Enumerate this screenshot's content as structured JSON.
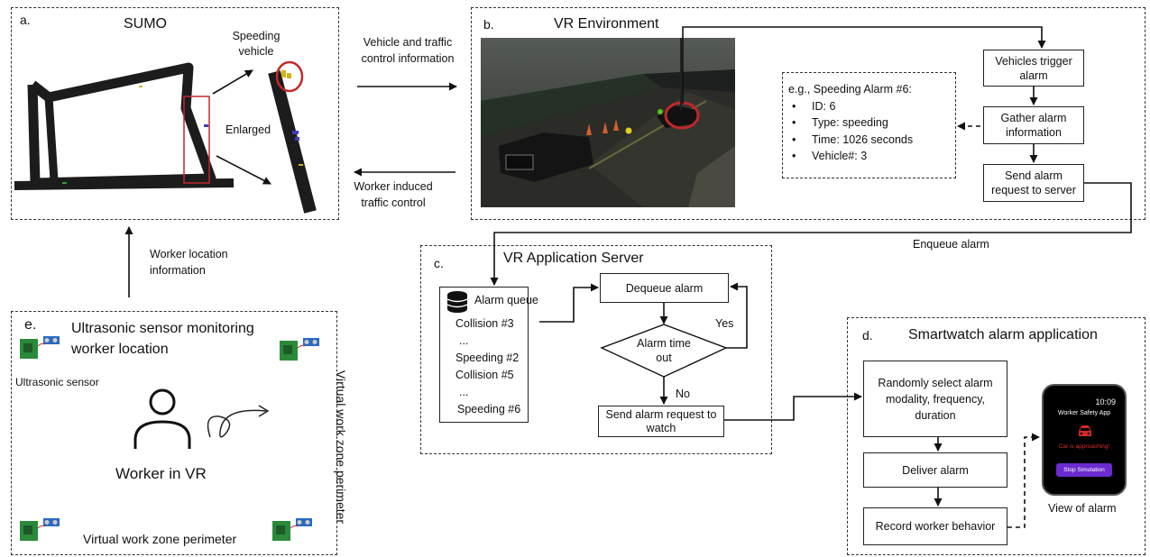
{
  "panel_a": {
    "label": "a.",
    "title": "SUMO",
    "speeding_vehicle": "Speeding vehicle",
    "enlarged": "Enlarged"
  },
  "panel_b": {
    "label": "b.",
    "title": "VR Environment",
    "flow": [
      "Vehicles trigger alarm",
      "Gather alarm information",
      "Send alarm request to server"
    ],
    "example_title": "e.g., Speeding Alarm #6:",
    "example_items": [
      "ID: 6",
      "Type: speeding",
      "Time: 1026 seconds",
      "Vehicle#: 3"
    ]
  },
  "panel_c": {
    "label": "c.",
    "title": "VR Application Server",
    "queue_title": "Alarm queue",
    "queue_items": [
      "Collision #3",
      "...",
      "Speeding #2",
      "Collision #5",
      "...",
      "Speeding #6"
    ],
    "dequeue": "Dequeue alarm",
    "decision": "Alarm time out",
    "yes": "Yes",
    "no": "No",
    "send_watch": "Send alarm request to watch"
  },
  "panel_d": {
    "label": "d.",
    "title": "Smartwatch alarm application",
    "select": "Randomly select alarm modality, frequency, duration",
    "deliver": "Deliver alarm",
    "record": "Record worker behavior",
    "watch": {
      "time": "10:09",
      "app": "Worker Safety App",
      "message": "Car is approaching!",
      "button": "Stop Simulation"
    },
    "view_caption": "View of alarm"
  },
  "panel_e": {
    "label": "e.",
    "title": "Ultrasonic sensor monitoring worker location",
    "sensor_label": "Ultrasonic sensor",
    "worker": "Worker in VR",
    "perimeter_bottom": "Virtual work zone perimeter",
    "perimeter_right": "Virtual work zone perimeter"
  },
  "arrows": {
    "vehicle_info": "Vehicle and traffic control information",
    "worker_control": "Worker induced traffic control",
    "worker_location": "Worker location information",
    "enqueue": "Enqueue alarm"
  }
}
